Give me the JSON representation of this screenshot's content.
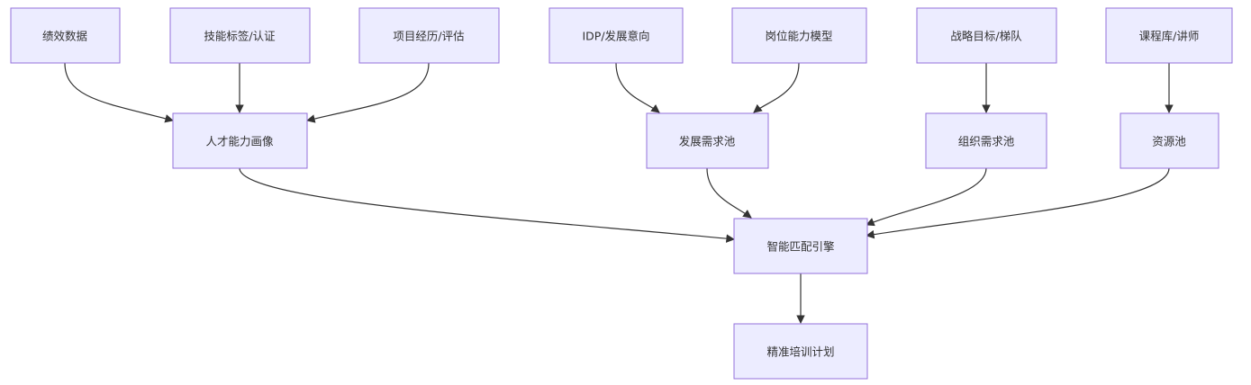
{
  "diagram": {
    "type": "flowchart",
    "colors": {
      "node_fill": "#ececff",
      "node_border": "#9370db",
      "edge": "#333333",
      "text": "#333333"
    },
    "nodes": {
      "performance": "绩效数据",
      "skills": "技能标签/认证",
      "projects": "项目经历/评估",
      "idp": "IDP/发展意向",
      "job_model": "岗位能力模型",
      "strategy": "战略目标/梯队",
      "courses": "课程库/讲师",
      "talent_portrait": "人才能力画像",
      "dev_pool": "发展需求池",
      "org_pool": "组织需求池",
      "resource_pool": "资源池",
      "matching_engine": "智能匹配引擎",
      "training_plan": "精准培训计划"
    },
    "edges": [
      [
        "performance",
        "talent_portrait"
      ],
      [
        "skills",
        "talent_portrait"
      ],
      [
        "projects",
        "talent_portrait"
      ],
      [
        "idp",
        "dev_pool"
      ],
      [
        "job_model",
        "dev_pool"
      ],
      [
        "strategy",
        "org_pool"
      ],
      [
        "courses",
        "resource_pool"
      ],
      [
        "talent_portrait",
        "matching_engine"
      ],
      [
        "dev_pool",
        "matching_engine"
      ],
      [
        "org_pool",
        "matching_engine"
      ],
      [
        "resource_pool",
        "matching_engine"
      ],
      [
        "matching_engine",
        "training_plan"
      ]
    ]
  }
}
